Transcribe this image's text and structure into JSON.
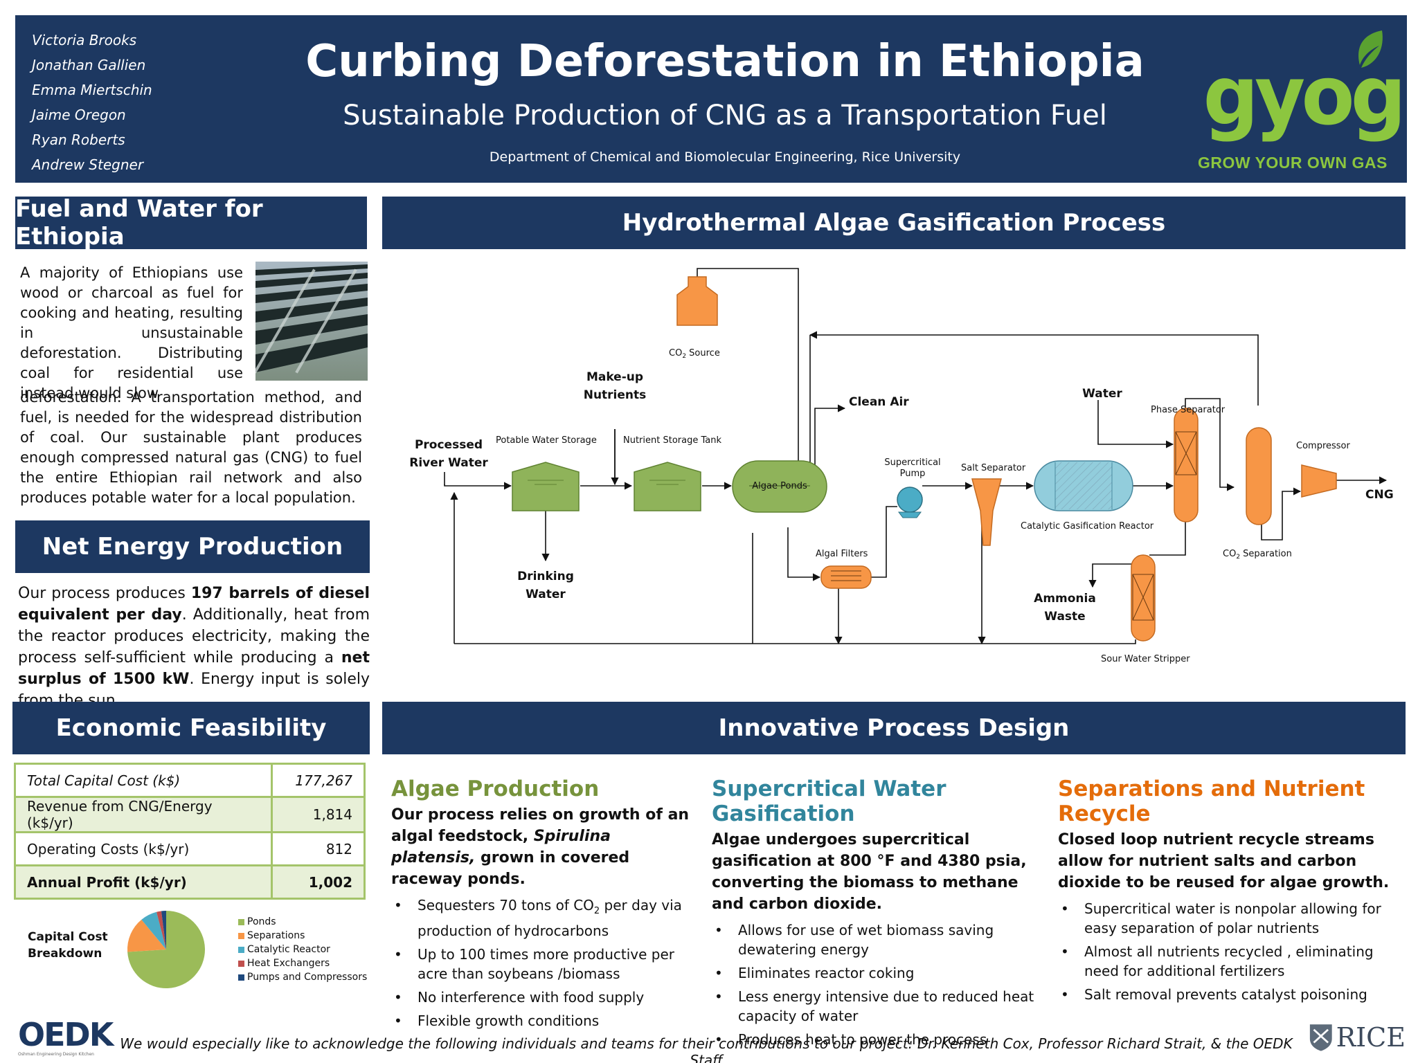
{
  "header": {
    "authors": [
      "Victoria Brooks",
      "Jonathan Gallien",
      "Emma Miertschin",
      "Jaime Oregon",
      "Ryan Roberts",
      "Andrew Stegner"
    ],
    "title": "Curbing Deforestation in Ethiopia",
    "subtitle": "Sustainable Production of CNG as a Transportation Fuel",
    "department": "Department of Chemical and Biomolecular Engineering, Rice University",
    "logo_word": "gyog",
    "logo_tagline": "GROW YOUR OWN GAS"
  },
  "fuel_water": {
    "heading": "Fuel and Water for Ethiopia",
    "text_wrapped": "A majority of Ethiopians use wood or charcoal as fuel for cooking and heating, resulting in unsustainable deforestation. Distributing coal for residential use instead would slow",
    "text_full": "deforestation. A transportation method, and fuel, is needed for the widespread distribution of coal. Our sustainable plant produces enough compressed natural gas (CNG) to fuel the entire Ethiopian rail network and also produces potable water for a local population."
  },
  "net_energy": {
    "heading": "Net Energy Production",
    "t1": "Our process produces ",
    "b1": "197 barrels of diesel equivalent per day",
    "t2": ". Additionally, heat from the reactor produces electricity, making the process self-sufficient while producing a ",
    "b2": "net surplus of 1500 kW",
    "t3": ". Energy input is solely from the sun."
  },
  "economic": {
    "heading": "Economic Feasibility",
    "rows": [
      {
        "label": "Total Capital Cost (k$)",
        "value": "177,267"
      },
      {
        "label": "Revenue from CNG/Energy (k$/yr)",
        "value": "1,814"
      },
      {
        "label": "Operating Costs (k$/yr)",
        "value": "812"
      },
      {
        "label": "Annual Profit (k$/yr)",
        "value": "1,002"
      }
    ],
    "pie_title_1": "Capital Cost",
    "pie_title_2": "Breakdown"
  },
  "chart_data": {
    "type": "pie",
    "categories": [
      "Ponds",
      "Separations",
      "Catalytic Reactor",
      "Heat Exchangers",
      "Pumps and Compressors"
    ],
    "values": [
      74,
      15,
      7,
      2,
      2
    ],
    "colors": [
      "#9bbb59",
      "#f79646",
      "#4bacc6",
      "#c0504d",
      "#1f497d"
    ],
    "title": "",
    "legend": "right"
  },
  "process": {
    "heading": "Hydrothermal Algae Gasification Process",
    "labels": {
      "co2_source": "CO",
      "co2_source_sub": "2",
      "co2_source_tail": " Source",
      "makeup_1": "Make-up",
      "makeup_2": "Nutrients",
      "clean_air": "Clean Air",
      "water": "Water",
      "phase_sep": "Phase Separator",
      "compressor": "Compressor",
      "processed_1": "Processed",
      "processed_2": "River Water",
      "potable": "Potable Water Storage",
      "nutrient_tank": "Nutrient Storage Tank",
      "algae_ponds": "Algae Ponds",
      "sc_pump_1": "Supercritical",
      "sc_pump_2": "Pump",
      "salt_sep": "Salt Separator",
      "cat_reactor": "Catalytic Gasification Reactor",
      "cng": "CNG",
      "co2_sep": "CO",
      "co2_sep_sub": "2",
      "co2_sep_tail": " Separation",
      "algal_filters": "Algal Filters",
      "drinking_1": "Drinking",
      "drinking_2": "Water",
      "ammonia_1": "Ammonia",
      "ammonia_2": "Waste",
      "sour_water": "Sour Water Stripper"
    }
  },
  "innovative": {
    "heading": "Innovative Process Design",
    "algae": {
      "title": "Algae Production",
      "lead_1": "Our process relies on growth of an algal feedstock, ",
      "lead_em": "Spirulina platensis,",
      "lead_2": " grown in covered raceway ponds.",
      "b1_pre": "Sequesters 70 tons of CO",
      "b1_sub": "2",
      "b1_post": " per day via production  of hydrocarbons",
      "b2": "Up to 100 times more productive per acre than soybeans /biomass",
      "b3": "No interference with  food supply",
      "b4": "Flexible growth conditions"
    },
    "scwg": {
      "title": "Supercritical Water Gasification",
      "lead": "Algae undergoes supercritical gasification at 800 °F and 4380 psia, converting the biomass to methane and carbon dioxide.",
      "b1": "Allows for use of  wet biomass saving dewatering energy",
      "b2": "Eliminates reactor coking",
      "b3": "Less energy intensive due to reduced heat capacity of water",
      "b4": "Produces heat to power the process"
    },
    "sep": {
      "title": "Separations and Nutrient Recycle",
      "lead": "Closed loop nutrient recycle streams allow for nutrient salts and carbon dioxide to be reused for algae growth.",
      "b1": "Supercritical water is nonpolar allowing for easy separation of polar nutrients",
      "b2": "Almost all  nutrients recycled , eliminating need for additional fertilizers",
      "b3": "Salt removal prevents catalyst poisoning"
    }
  },
  "footer": {
    "acknowledgement": "We would especially like to acknowledge the following individuals and teams for their contributions to our project: Dr. Kenneth Cox, Professor Richard Strait, & the OEDK Staff",
    "oedk": "OEDK",
    "oedk_sub": "Oshman Engineering Design Kitchen",
    "rice": "RICE"
  }
}
